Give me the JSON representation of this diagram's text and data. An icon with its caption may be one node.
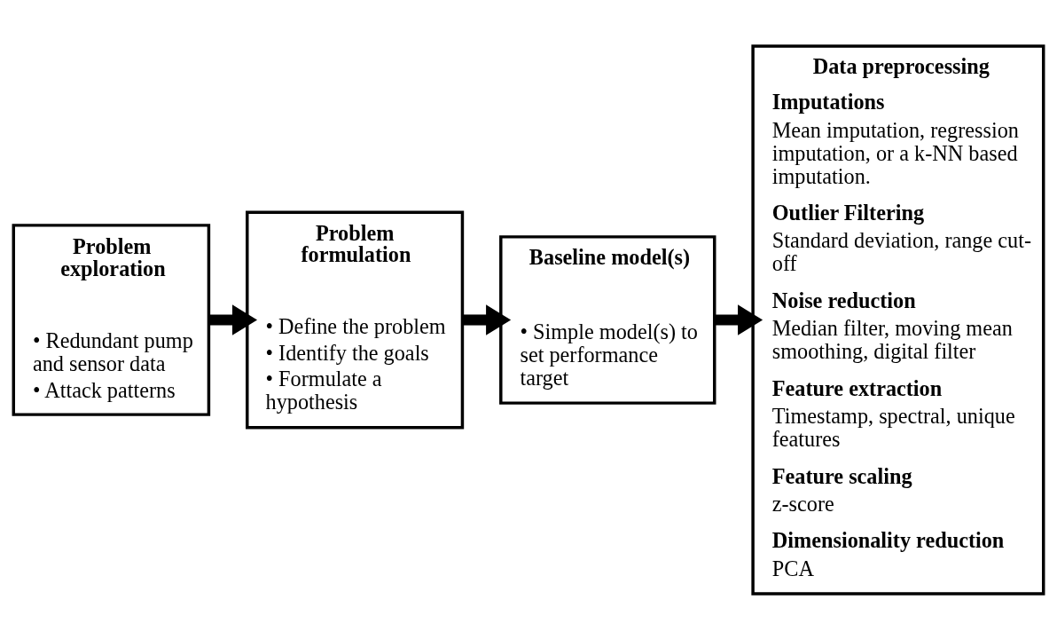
{
  "diagram": {
    "nodes": [
      {
        "text": [
          "Problem exploration",
          "• Redundant pump and sensor data",
          "• Attack patterns"
        ]
      },
      {
        "text": [
          "Problem formulation",
          "• Define the problem",
          "• Identify the goals",
          "• Formulate a hypothesis"
        ]
      },
      {
        "text": [
          "Baseline model(s)",
          "• Simple model(s) to set performance target"
        ]
      },
      {
        "text": [
          "Data preprocessing",
          "Imputations",
          "Mean imputation, regression imputation, or a k-NN based imputation.",
          "Outlier Filtering",
          "Standard deviation, range cut-off",
          "Noise reduction",
          "Median filter, moving mean smoothing, digital filter",
          "Feature extraction",
          "Timestamp, spectral, unique features",
          "Feature scaling",
          "z-score",
          "Dimensionality reduction",
          "PCA"
        ]
      }
    ],
    "edges": [
      {
        "from": 0,
        "to": 1,
        "arrow": "to"
      },
      {
        "from": 1,
        "to": 2,
        "arrow": "to"
      },
      {
        "from": 2,
        "to": 3,
        "arrow": "to"
      }
    ]
  }
}
